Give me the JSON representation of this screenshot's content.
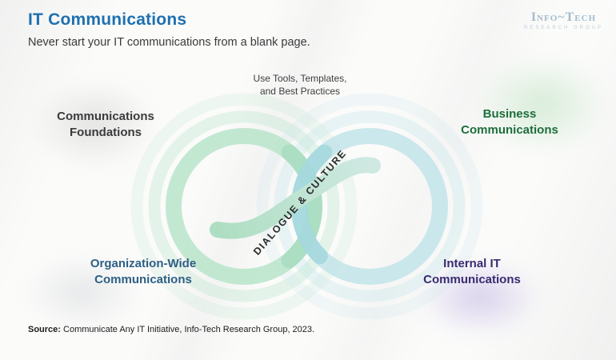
{
  "header": {
    "title": "IT Communications",
    "subtitle": "Never start your IT communications from a blank page."
  },
  "logo": {
    "name": "Info~Tech",
    "subtext": "RESEARCH GROUP"
  },
  "diagram": {
    "top_label": {
      "line1": "Use Tools, Templates,",
      "line2": "and Best Practices"
    },
    "center_label": "DIALOGUE & CULTURE",
    "nodes": [
      {
        "id": "communications-foundations",
        "line1": "Communications",
        "line2": "Foundations",
        "color": "#3b3b3b",
        "glow": "#d6d6d6"
      },
      {
        "id": "business-communications",
        "line1": "Business",
        "line2": "Communications",
        "color": "#1e6e3c",
        "glow": "#cfe9d1"
      },
      {
        "id": "organization-wide-communications",
        "line1": "Organization-Wide",
        "line2": "Communications",
        "color": "#2d5f85",
        "glow": "#d6d8dc"
      },
      {
        "id": "internal-it-communications",
        "line1": "Internal IT",
        "line2": "Communications",
        "color": "#392b70",
        "glow": "#ccc2e7"
      }
    ],
    "colors": {
      "accent_blue": "#1e70b0",
      "left_loop": "#b9e4ca",
      "right_loop": "#c2e4e9",
      "left_loop_accent": "#a9ddc0",
      "right_loop_accent": "#a4d8de",
      "s_curve_start": "#aedec2",
      "s_curve_end": "#cfe9e2"
    }
  },
  "footer": {
    "source_label": "Source:",
    "source_text": " Communicate Any IT Initiative, Info-Tech Research Group, 2023."
  }
}
